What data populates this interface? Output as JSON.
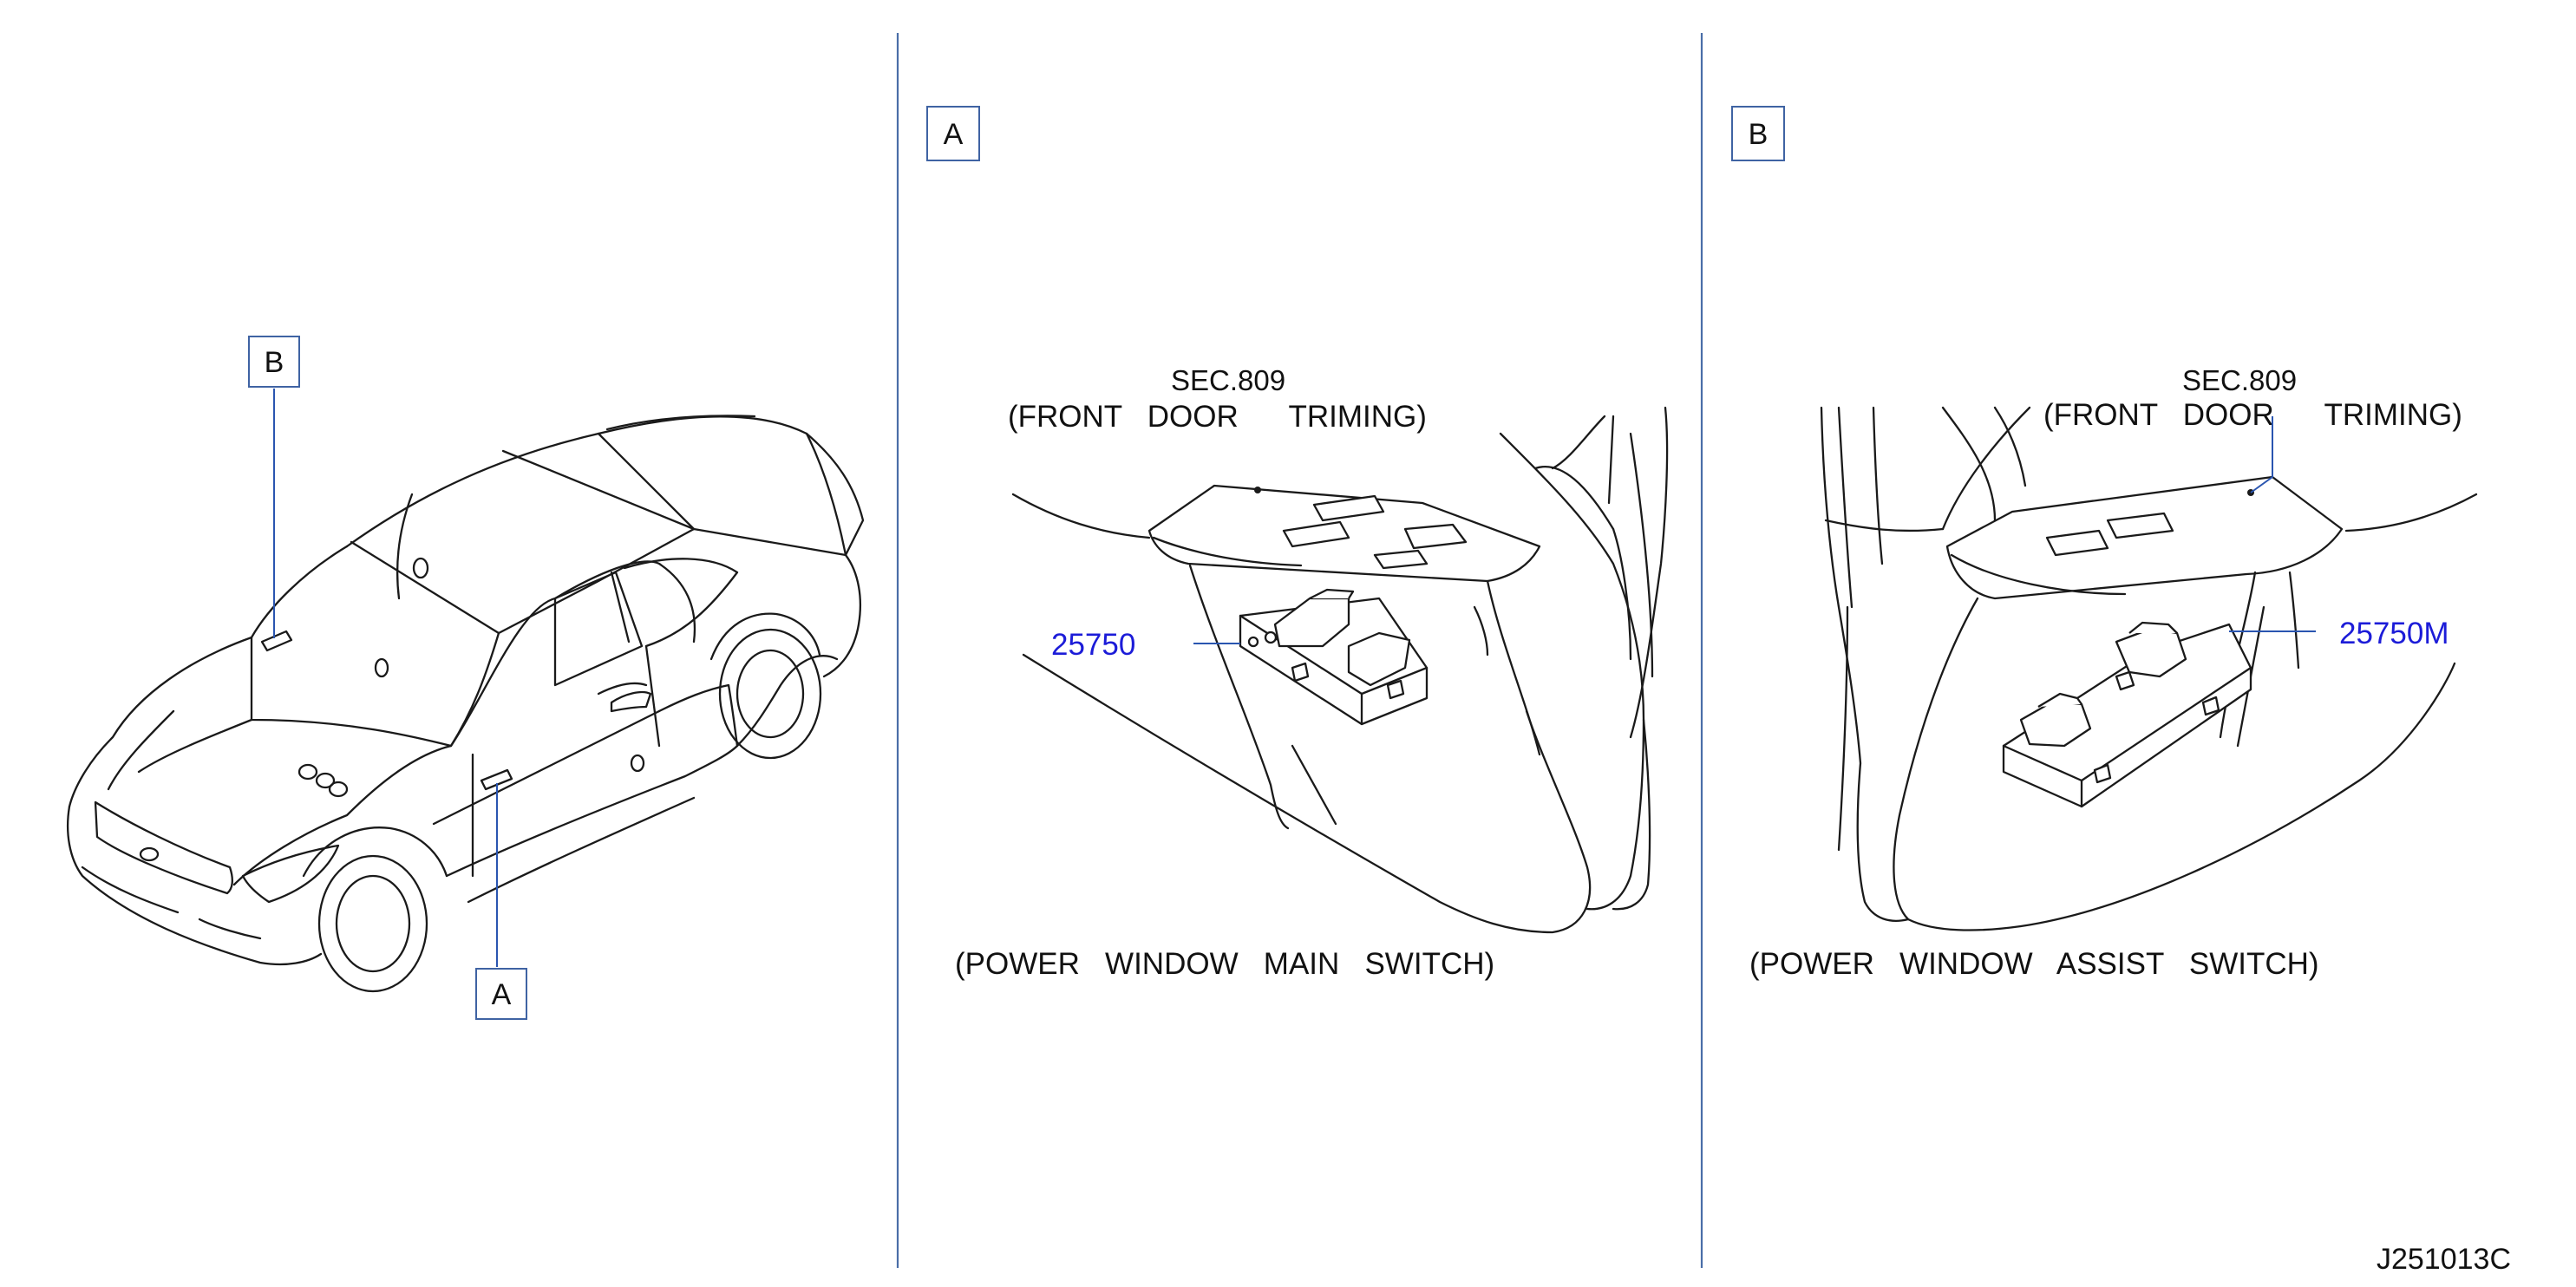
{
  "colors": {
    "ink": "#1a1a1a",
    "divider": "#4a6ea8",
    "frame": "#3f63a3",
    "part_number": "#1c1cd8",
    "leader_blue": "#2a55b0",
    "background": "#ffffff"
  },
  "overview": {
    "callout_a": "A",
    "callout_b": "B"
  },
  "panel_a": {
    "tag": "A",
    "sec_ref": "SEC.809",
    "sec_desc": "(FRONT   DOOR      TRIMING)",
    "part_number": "25750",
    "caption": "(POWER   WINDOW   MAIN   SWITCH)"
  },
  "panel_b": {
    "tag": "B",
    "sec_ref": "SEC.809",
    "sec_desc": "(FRONT   DOOR      TRIMING)",
    "part_number": "25750M",
    "caption": "(POWER   WINDOW   ASSIST   SWITCH)"
  },
  "drawing_number": "J251013C"
}
